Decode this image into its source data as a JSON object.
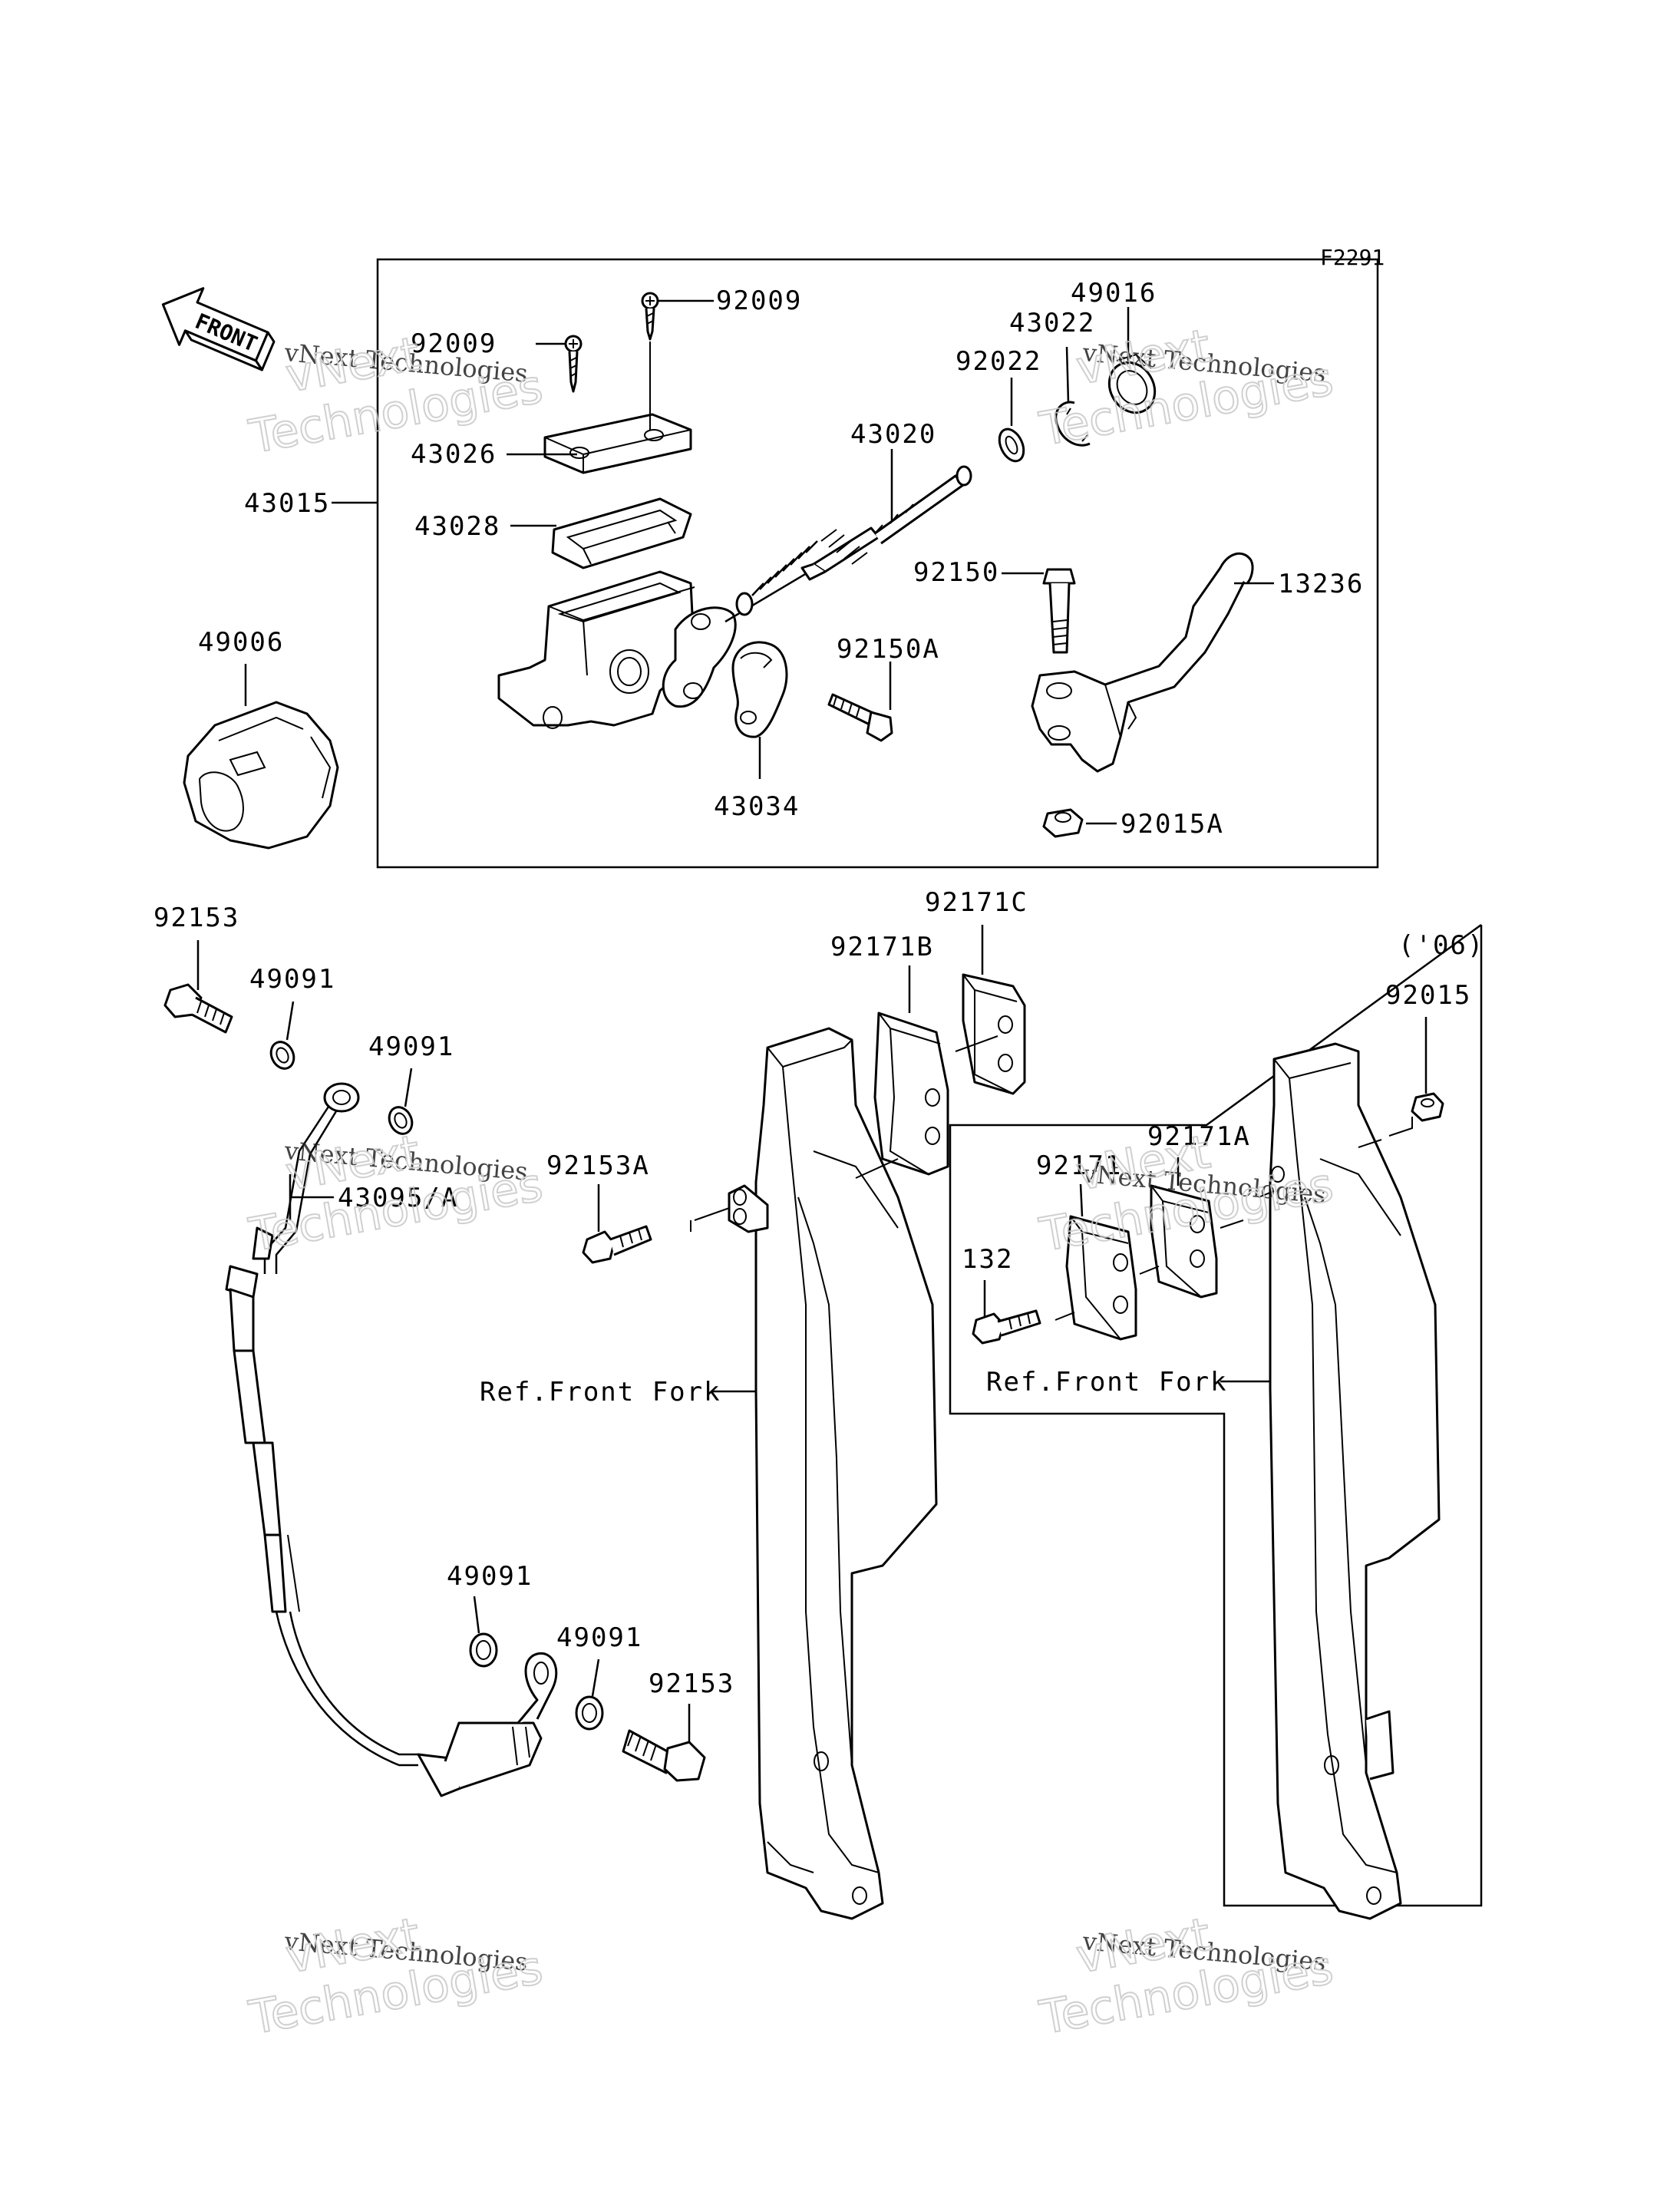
{
  "diagram": {
    "code": "F2291",
    "front_arrow_text": "FRONT",
    "variant_note": "('06)",
    "labels": {
      "p92009a": "92009",
      "p92009b": "92009",
      "p43026": "43026",
      "p43015": "43015",
      "p43028": "43028",
      "p43020": "43020",
      "p92022": "92022",
      "p43022": "43022",
      "p49016": "49016",
      "p92150": "92150",
      "p13236": "13236",
      "p92150A": "92150A",
      "p43034": "43034",
      "p92015A": "92015A",
      "p49006": "49006",
      "p92153a": "92153",
      "p49091a": "49091",
      "p49091b": "49091",
      "p43095A": "43095/A",
      "p92153A": "92153A",
      "p92171B": "92171B",
      "p92171C": "92171C",
      "p92015": "92015",
      "p92171": "92171",
      "p92171A": "92171A",
      "p132": "132",
      "refFork1": "Ref.Front Fork",
      "refFork2": "Ref.Front Fork",
      "p49091c": "49091",
      "p49091d": "49091",
      "p92153b": "92153"
    },
    "watermark": {
      "line1": "vNext Technologies",
      "big1": "vNext",
      "big2": "Technologies"
    }
  }
}
